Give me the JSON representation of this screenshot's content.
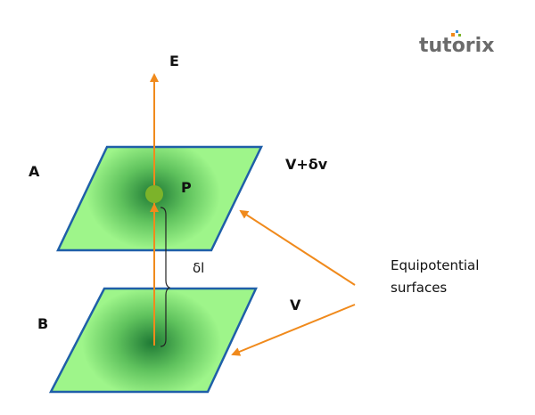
{
  "labels": {
    "field": "E",
    "potential_top": "V+δv",
    "potential_bottom": "V",
    "surface_a": "A",
    "surface_b": "B",
    "point": "P",
    "distance": "δl",
    "caption_line1": "Equipotential",
    "caption_line2": "surfaces"
  },
  "logo": "tutorix",
  "colors": {
    "plane": "#9ef58a",
    "edge": "#1f5fa8",
    "arrow": "#f08a1c",
    "point": "#7cb32a"
  }
}
